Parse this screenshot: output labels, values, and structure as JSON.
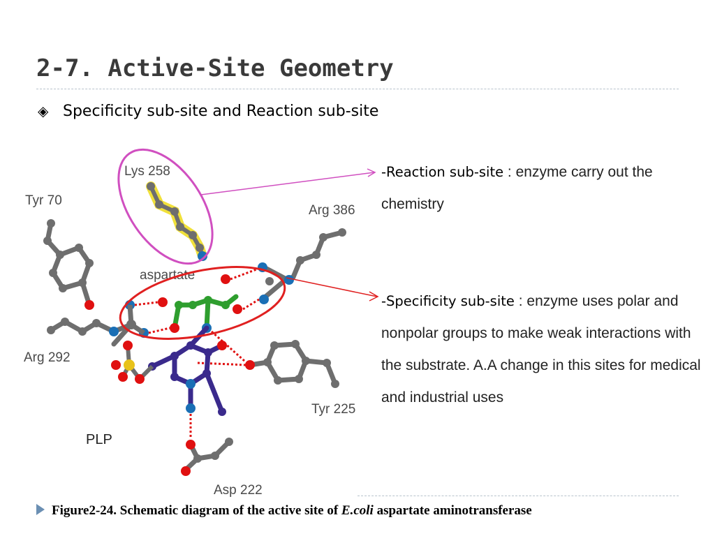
{
  "title": "2-7. Active-Site Geometry",
  "bullet": {
    "mark": "◈",
    "text": "Specificity sub-site and Reaction sub-site"
  },
  "figure": {
    "labels": {
      "lys": "Lys 258",
      "tyr70": "Tyr 70",
      "arg386": "Arg 386",
      "aspartate": "aspartate",
      "arg292": "Arg 292",
      "tyr225": "Tyr 225",
      "asp222": "Asp 222",
      "plp": "PLP"
    }
  },
  "reaction": {
    "key": "-Reaction sub-site",
    "sep": " : ",
    "text": "enzyme carry out the chemistry"
  },
  "specificity": {
    "key": "-Specificity sub-site",
    "sep": " : ",
    "text": "enzyme uses polar and nonpolar groups to make weak interactions with the substrate. A.A change in this sites  for medical and industrial uses"
  },
  "caption": {
    "prefix": "Figure2-24. Schematic diagram of the active site of ",
    "italic": "E.coli",
    "suffix": " aspartate aminotransferase"
  },
  "colors": {
    "carbon": "#6e6e6e",
    "oxygen": "#e01010",
    "nitrogen": "#1a6fb5",
    "substrate": "#2e9e2e",
    "plp": "#3a2a8c",
    "sulfur_p": "#e8c21a",
    "lysine_glow": "#f0e03a",
    "reaction_ring": "#d04fc0",
    "specificity_ring": "#e02020",
    "bullet_triangle": "#6b8fb3"
  }
}
